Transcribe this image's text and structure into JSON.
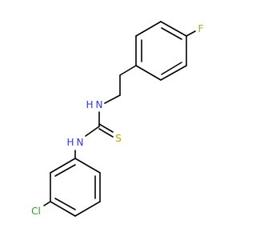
{
  "molecule": {
    "atoms": {
      "fluorine": {
        "symbol": "F",
        "color": "#8db33b"
      },
      "nitrogen_upper": {
        "symbol": "N",
        "sub": "H",
        "color": "#3333dd"
      },
      "nitrogen_lower": {
        "symbol": "N",
        "sub": "H",
        "color": "#3333dd"
      },
      "sulfur": {
        "symbol": "S",
        "color": "#b8a200"
      },
      "chlorine": {
        "symbol": "Cl",
        "color": "#2a9a2a"
      }
    },
    "bond_color": "#000000"
  }
}
